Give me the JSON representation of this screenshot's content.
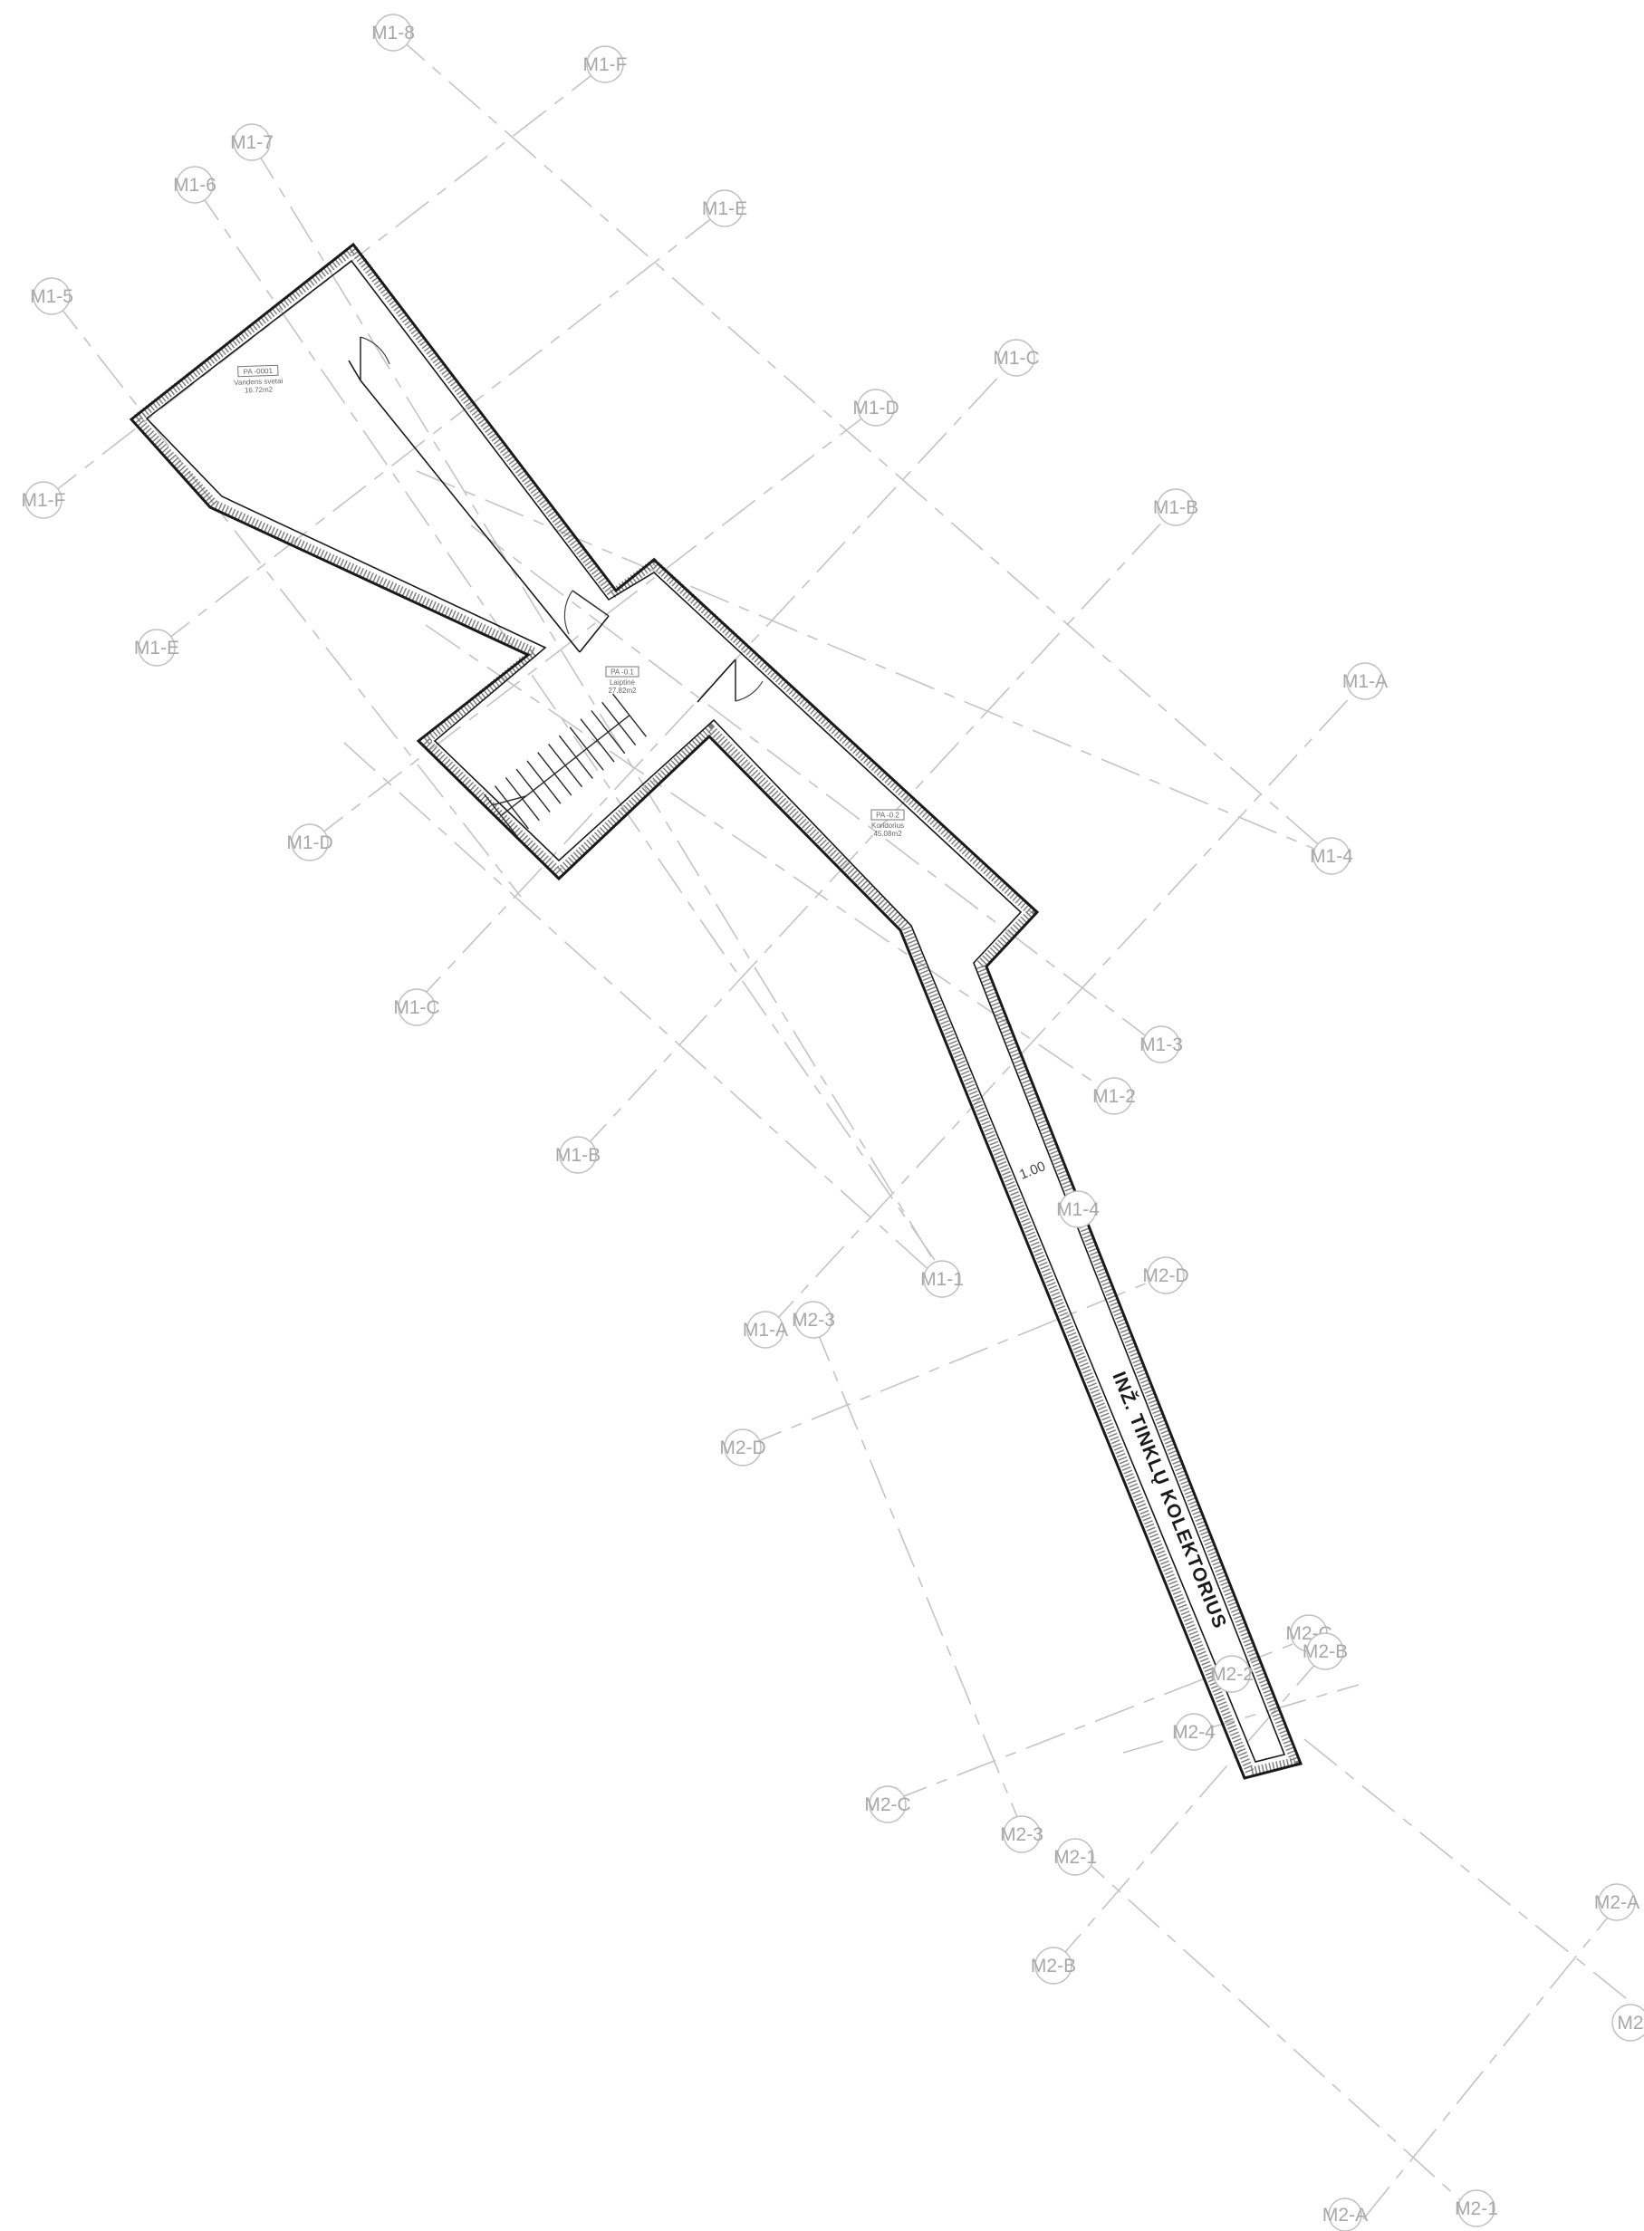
{
  "drawing": {
    "line_color": "#c4c4c4",
    "wall_color": "#1a1a1a",
    "background": "#ffffff"
  },
  "grid": {
    "m1_5": "M1-5",
    "m1_6": "M1-6",
    "m1_7": "M1-7",
    "m1_8": "M1-8",
    "m1_f_top": "M1-F",
    "m1_e_top": "M1-E",
    "m1_d_top": "M1-D",
    "m1_c_top": "M1-C",
    "m1_b_top": "M1-B",
    "m1_a_top": "M1-A",
    "m1_f_left": "M1-F",
    "m1_e_left": "M1-E",
    "m1_d_left": "M1-D",
    "m1_c_left": "M1-C",
    "m1_b_left": "M1-B",
    "m1_a_left": "M1-A",
    "m1_4": "M1-4",
    "m1_3": "M1-3",
    "m1_2": "M1-2",
    "m1_1": "M1-1",
    "m1_4_low": "M1-4",
    "m2_d_right": "M2-D",
    "m2_c_right": "M2-C",
    "m2_b_right": "M2-B",
    "m2_a_right": "M2-A",
    "m2_d_left": "M2-D",
    "m2_c_left": "M2-C",
    "m2_b_left": "M2-B",
    "m2_a_left": "M2-A",
    "m2_3_top": "M2-3",
    "m2_3_bot": "M2-3",
    "m2_2": "M2-2",
    "m2_4": "M2-4",
    "m2_1_top": "M2-1",
    "m2_1_bot": "M2-1",
    "m2_edge": "M2"
  },
  "rooms": {
    "r1_code": "PA -0001",
    "r1_name": "Vandens svetai",
    "r1_area": "16.72m2",
    "r2_code": "PA -0.1",
    "r2_name": "Laiptinė",
    "r2_area": "27.82m2",
    "r3_code": "PA -0.2",
    "r3_name": "Koridorius",
    "r3_area": "45.08m2"
  },
  "annotations": {
    "collector": "INŽ. TINKLŲ KOLEKTORIUS",
    "dimension": "1.00"
  }
}
